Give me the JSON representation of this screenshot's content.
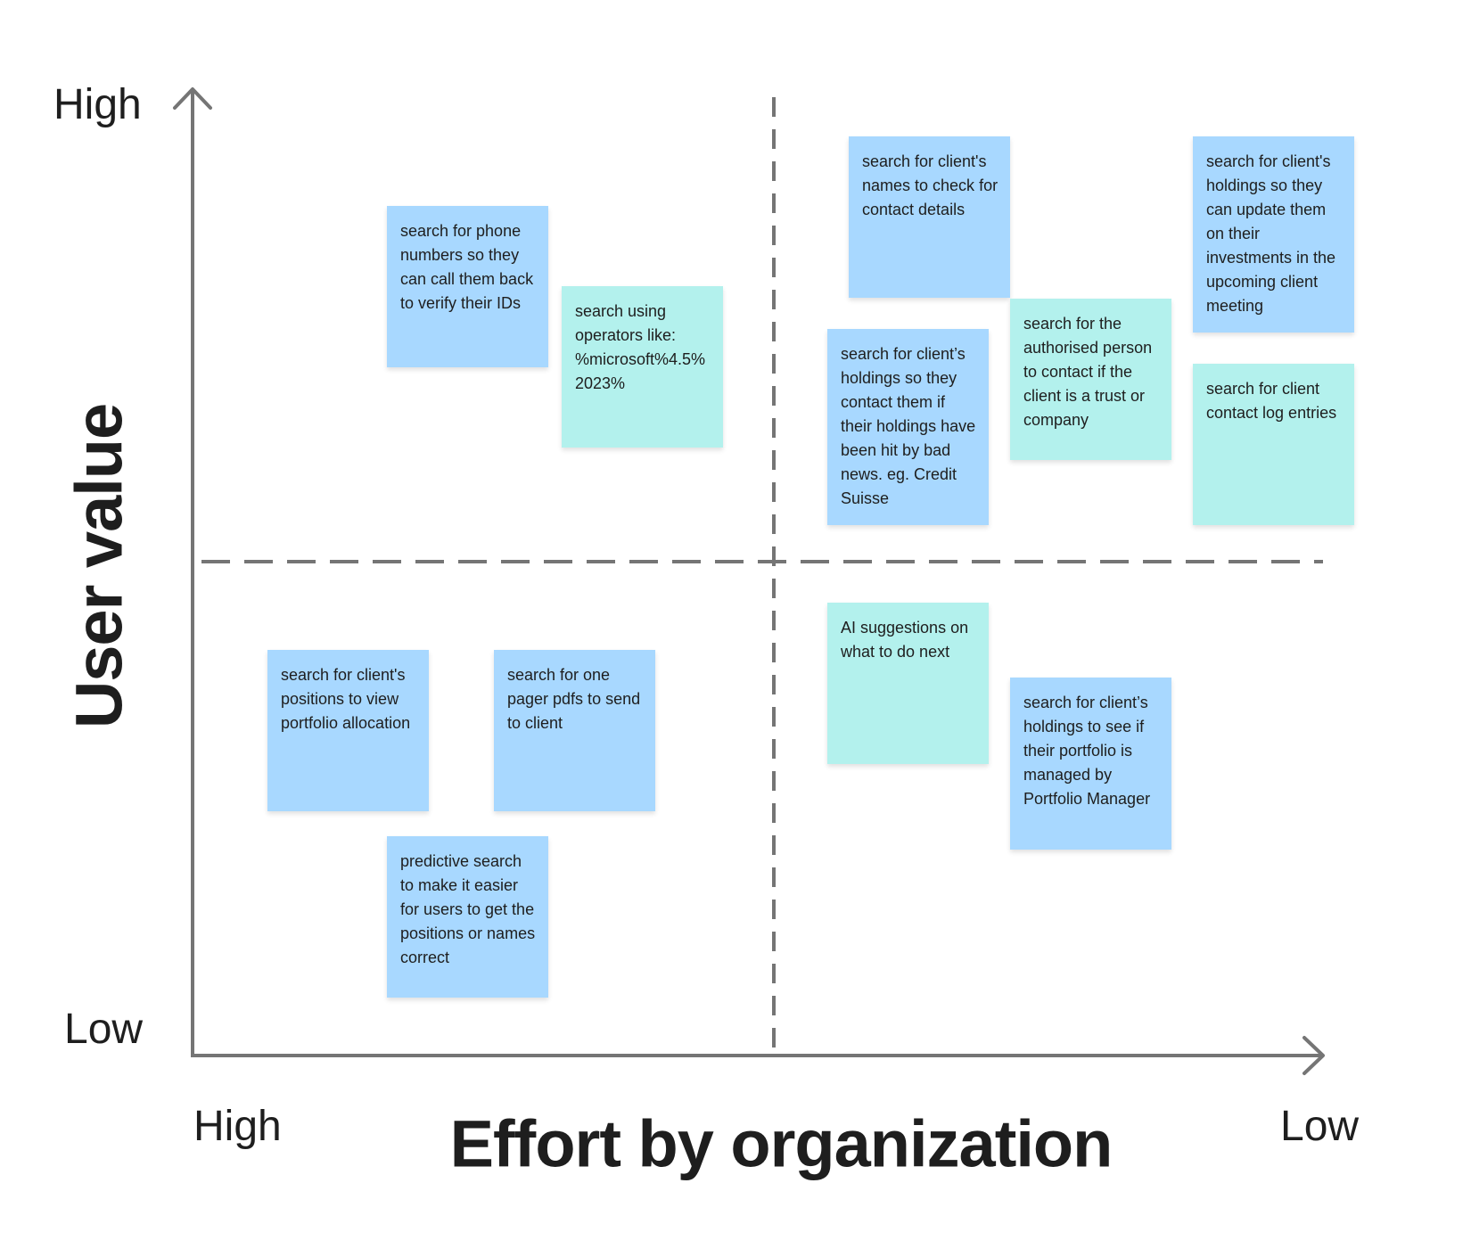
{
  "axes": {
    "y_title": "User value",
    "y_high": "High",
    "y_low": "Low",
    "x_title": "Effort by organization",
    "x_high": "High",
    "x_low": "Low"
  },
  "colors": {
    "blue_note": "#a8d8ff",
    "teal_note": "#b3f1ed",
    "axis": "#757575"
  },
  "notes": [
    {
      "text": "search for phone numbers so they can call them back to verify their IDs",
      "color": "blue",
      "quadrant": "high-effort-high-value"
    },
    {
      "text": "search using operators like: %microsoft%4.5% 2023%",
      "color": "teal",
      "quadrant": "high-effort-high-value"
    },
    {
      "text": "search for client's names to check for contact details",
      "color": "blue",
      "quadrant": "low-effort-high-value"
    },
    {
      "text": "search for client's holdings so they can update them on their investments in the upcoming client meeting",
      "color": "blue",
      "quadrant": "low-effort-high-value"
    },
    {
      "text": "search for client’s holdings so they contact them if their holdings have been hit by bad news. eg. Credit Suisse",
      "color": "blue",
      "quadrant": "low-effort-high-value"
    },
    {
      "text": "search for the authorised person to contact if the client is a trust or company",
      "color": "teal",
      "quadrant": "low-effort-high-value"
    },
    {
      "text": "search for client contact log entries",
      "color": "teal",
      "quadrant": "low-effort-high-value"
    },
    {
      "text": "search for client's positions to view portfolio allocation",
      "color": "blue",
      "quadrant": "high-effort-low-value"
    },
    {
      "text": "search for one pager pdfs to send to client",
      "color": "blue",
      "quadrant": "high-effort-low-value"
    },
    {
      "text": "predictive search to make it easier for users to get the positions or names correct",
      "color": "blue",
      "quadrant": "high-effort-low-value"
    },
    {
      "text": "AI suggestions on what to do next",
      "color": "teal",
      "quadrant": "low-effort-low-value"
    },
    {
      "text": "search for client’s holdings to see if their portfolio is managed by Portfolio Manager",
      "color": "blue",
      "quadrant": "low-effort-low-value"
    }
  ]
}
